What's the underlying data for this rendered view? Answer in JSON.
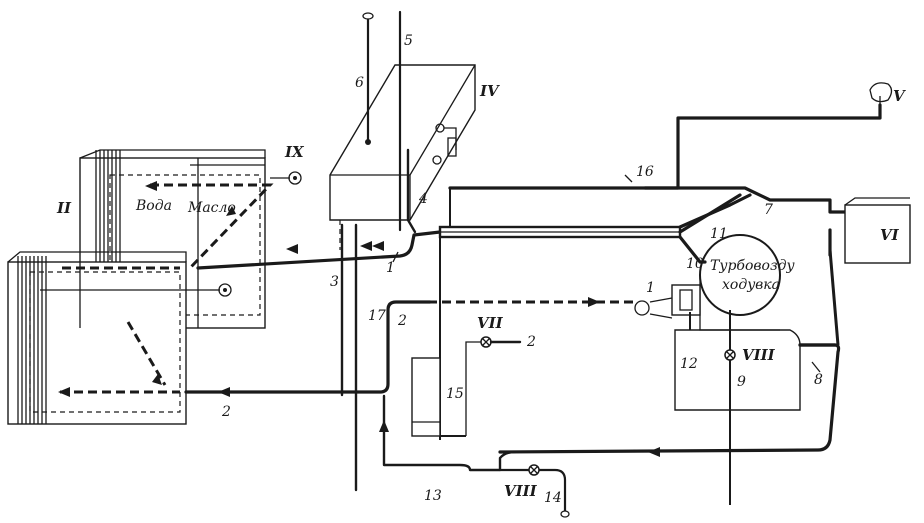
{
  "labels": {
    "words": {
      "water": "Вода",
      "oil": "Масло",
      "turbocharger_line1": "Турбовоздy",
      "turbocharger_line2": "ходyвка"
    },
    "roman": {
      "II": "II",
      "IV": "IV",
      "V": "V",
      "VI": "VI",
      "VII": "VII",
      "IX": "IX",
      "VIII_left": "VIII",
      "VIII_right": "VIII"
    },
    "numbers": {
      "n1_left": "1",
      "n1_turbo": "1",
      "n2_bottom": "2",
      "n2_mid": "2",
      "n2_valve": "2",
      "n3": "3",
      "n4": "4",
      "n5": "5",
      "n6": "6",
      "n7": "7",
      "n8": "8",
      "n9": "9",
      "n10": "10",
      "n11": "11",
      "n12": "12",
      "n13": "13",
      "n14": "14",
      "n15": "15",
      "n16": "16",
      "n17": "17"
    }
  }
}
